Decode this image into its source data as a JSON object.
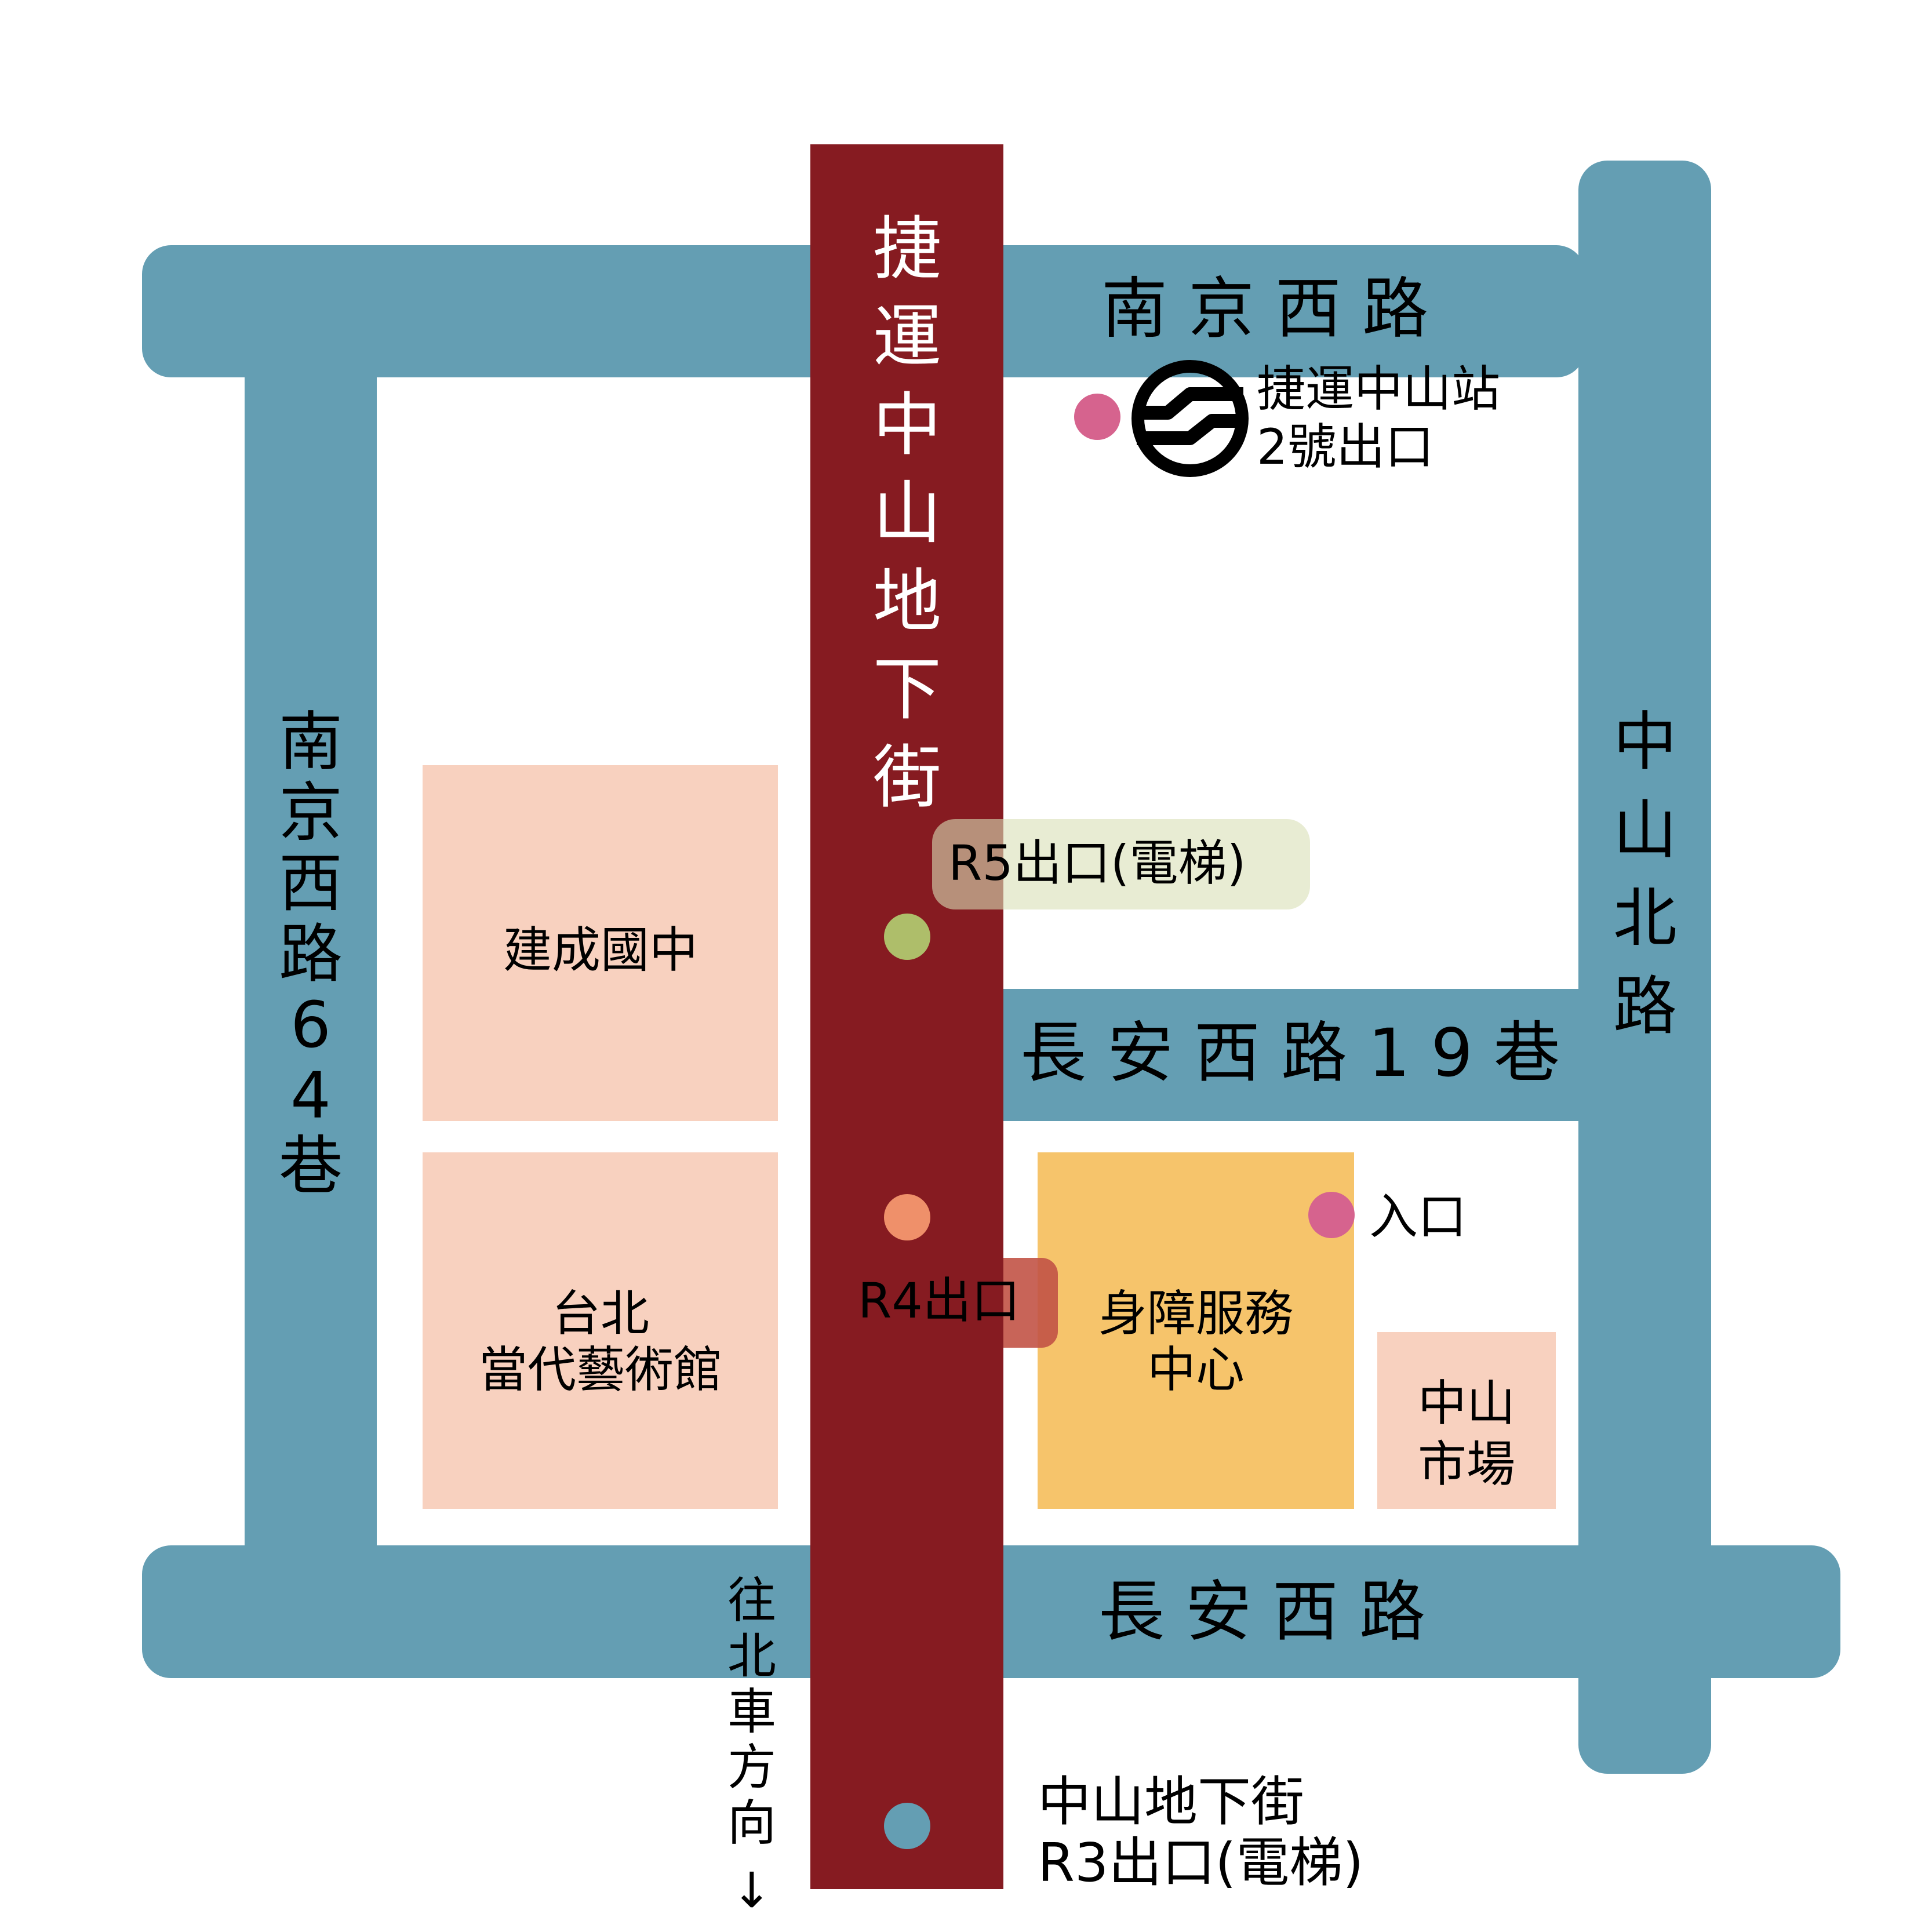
{
  "roads": {
    "nanjing_west": "南京西路",
    "nanjing_west_lane64": [
      "南",
      "京",
      "西",
      "路",
      "6",
      "4",
      "巷"
    ],
    "zhongshan_north": [
      "中",
      "山",
      "北",
      "路"
    ],
    "changan_west_lane19": "長安西路19巷",
    "changan_west": "長安西路"
  },
  "underground_mall": {
    "name": [
      "捷",
      "運",
      "中",
      "山",
      "地",
      "下",
      "街"
    ]
  },
  "station": {
    "line1": "捷運中山站",
    "line2": "2號出口"
  },
  "exits": {
    "r5": "R5出口(電梯)",
    "r4": "R4出口",
    "r3_line1": "中山地下街",
    "r3_line2": "R3出口(電梯)",
    "entrance": "入口"
  },
  "blocks": {
    "jiancheng_school": "建成國中",
    "moca_line1": "台北",
    "moca_line2": "當代藝術館",
    "service_center_line1": "身障服務",
    "service_center_line2": "中心",
    "market_line1": "中山",
    "market_line2": "市場"
  },
  "direction": {
    "chars": [
      "往",
      "北",
      "車",
      "方",
      "向"
    ],
    "arrow": "↓"
  },
  "colors": {
    "road": "#649EB3",
    "underground_mall": "#861B21",
    "building": "#F8D1BF",
    "service_center": "#F6C46B",
    "marker_pink": "#D6638E",
    "marker_green": "#AEBE6A",
    "marker_orange": "#EF906A",
    "marker_blue": "#649EB3",
    "r5_label_bg": "#D8E0B6",
    "r4_label_bg": "#C25346"
  }
}
